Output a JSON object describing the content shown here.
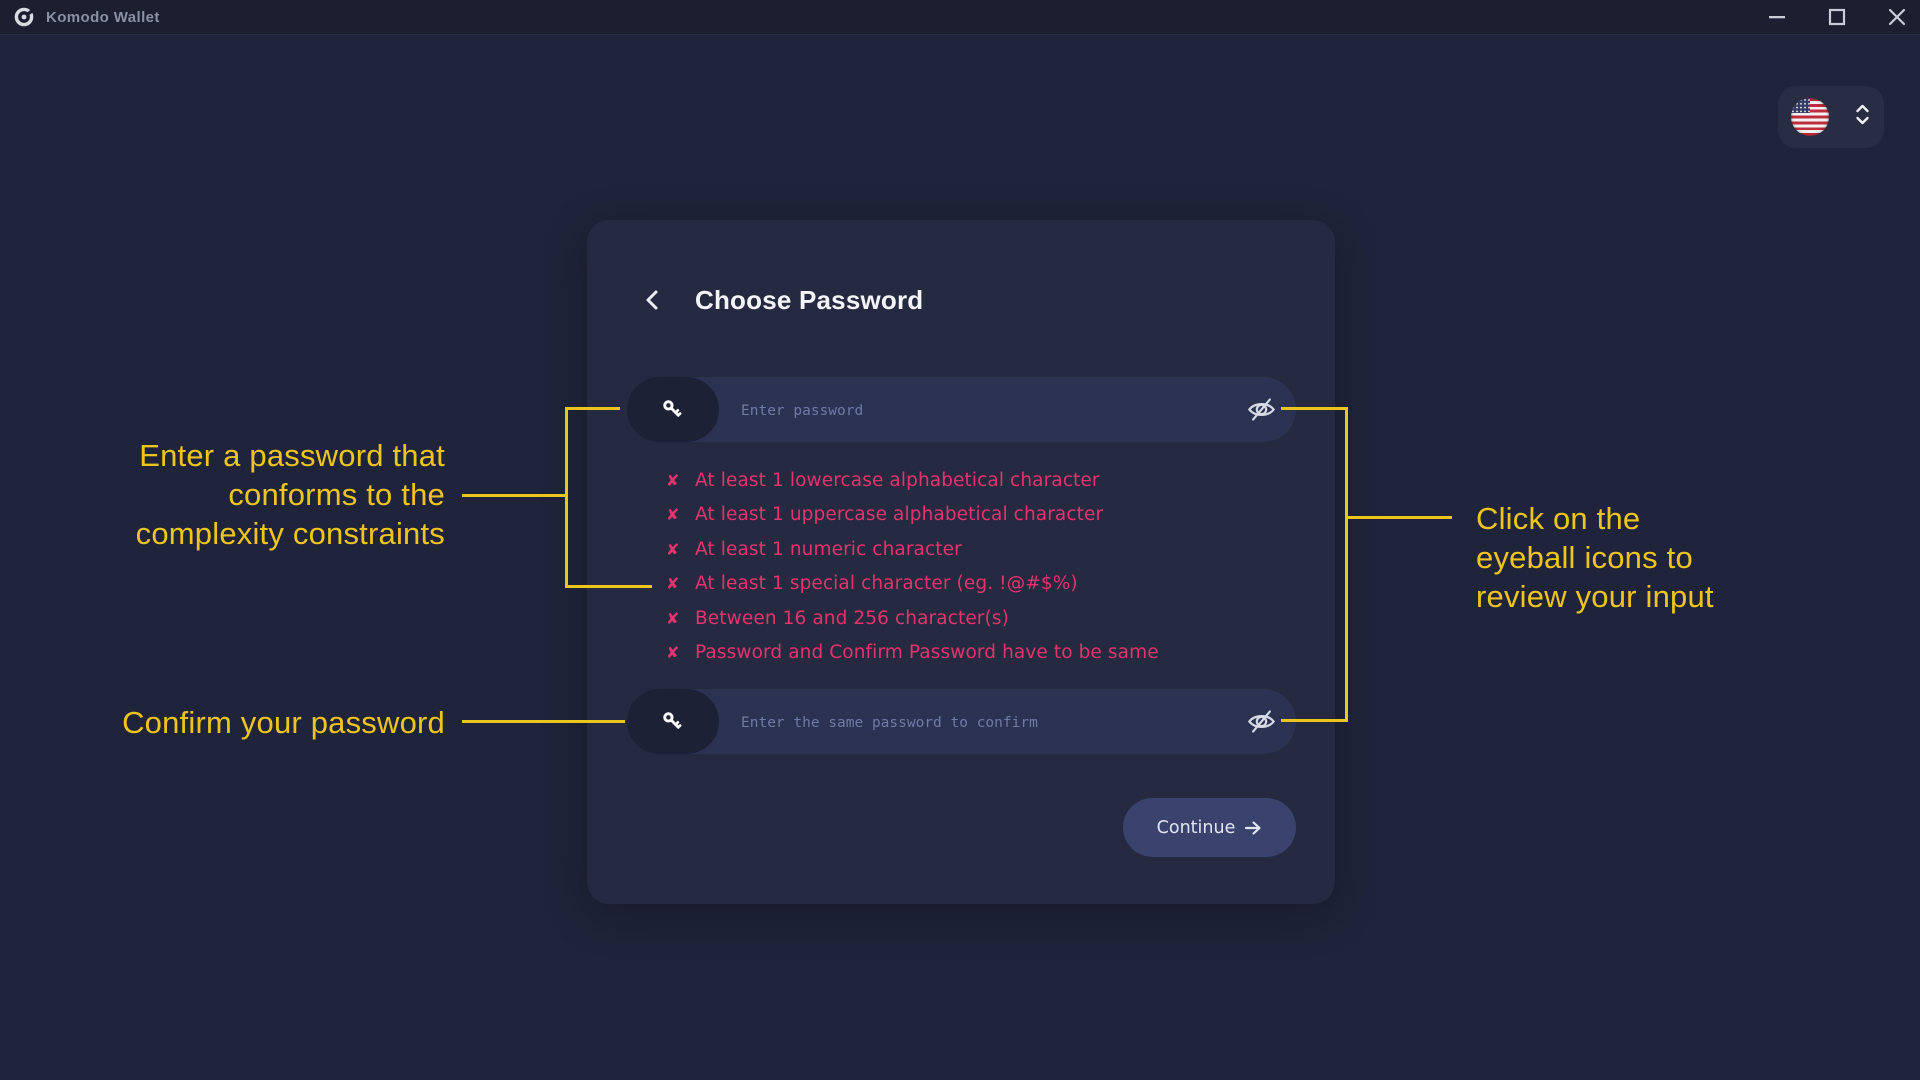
{
  "window": {
    "title": "Komodo Wallet"
  },
  "card": {
    "title": "Choose Password",
    "password_placeholder": "Enter password",
    "confirm_placeholder": "Enter the same password to confirm",
    "cross_glyph": "✘",
    "validation_rules": [
      "At least 1 lowercase alphabetical character",
      "At least 1 uppercase alphabetical character",
      "At least 1 numeric character",
      "At least 1 special character (eg. !@#$%)",
      "Between 16 and 256 character(s)",
      "Password and Confirm Password have to be same"
    ],
    "continue_label": "Continue"
  },
  "annotations": {
    "left_primary_lines": [
      "Enter a password that",
      "conforms to the",
      "complexity constraints"
    ],
    "left_secondary": "Confirm your password",
    "right_lines": [
      "Click on the",
      "eyeball icons to",
      "review your input"
    ]
  },
  "colors": {
    "background": "#20243a",
    "titlebar": "#1b1f30",
    "card": "#252a40",
    "field": "#2c3352",
    "field_icon_section": "#1c2136",
    "button": "#3a436e",
    "accent_yellow": "#eec51e",
    "error_pink": "#e5336e"
  }
}
